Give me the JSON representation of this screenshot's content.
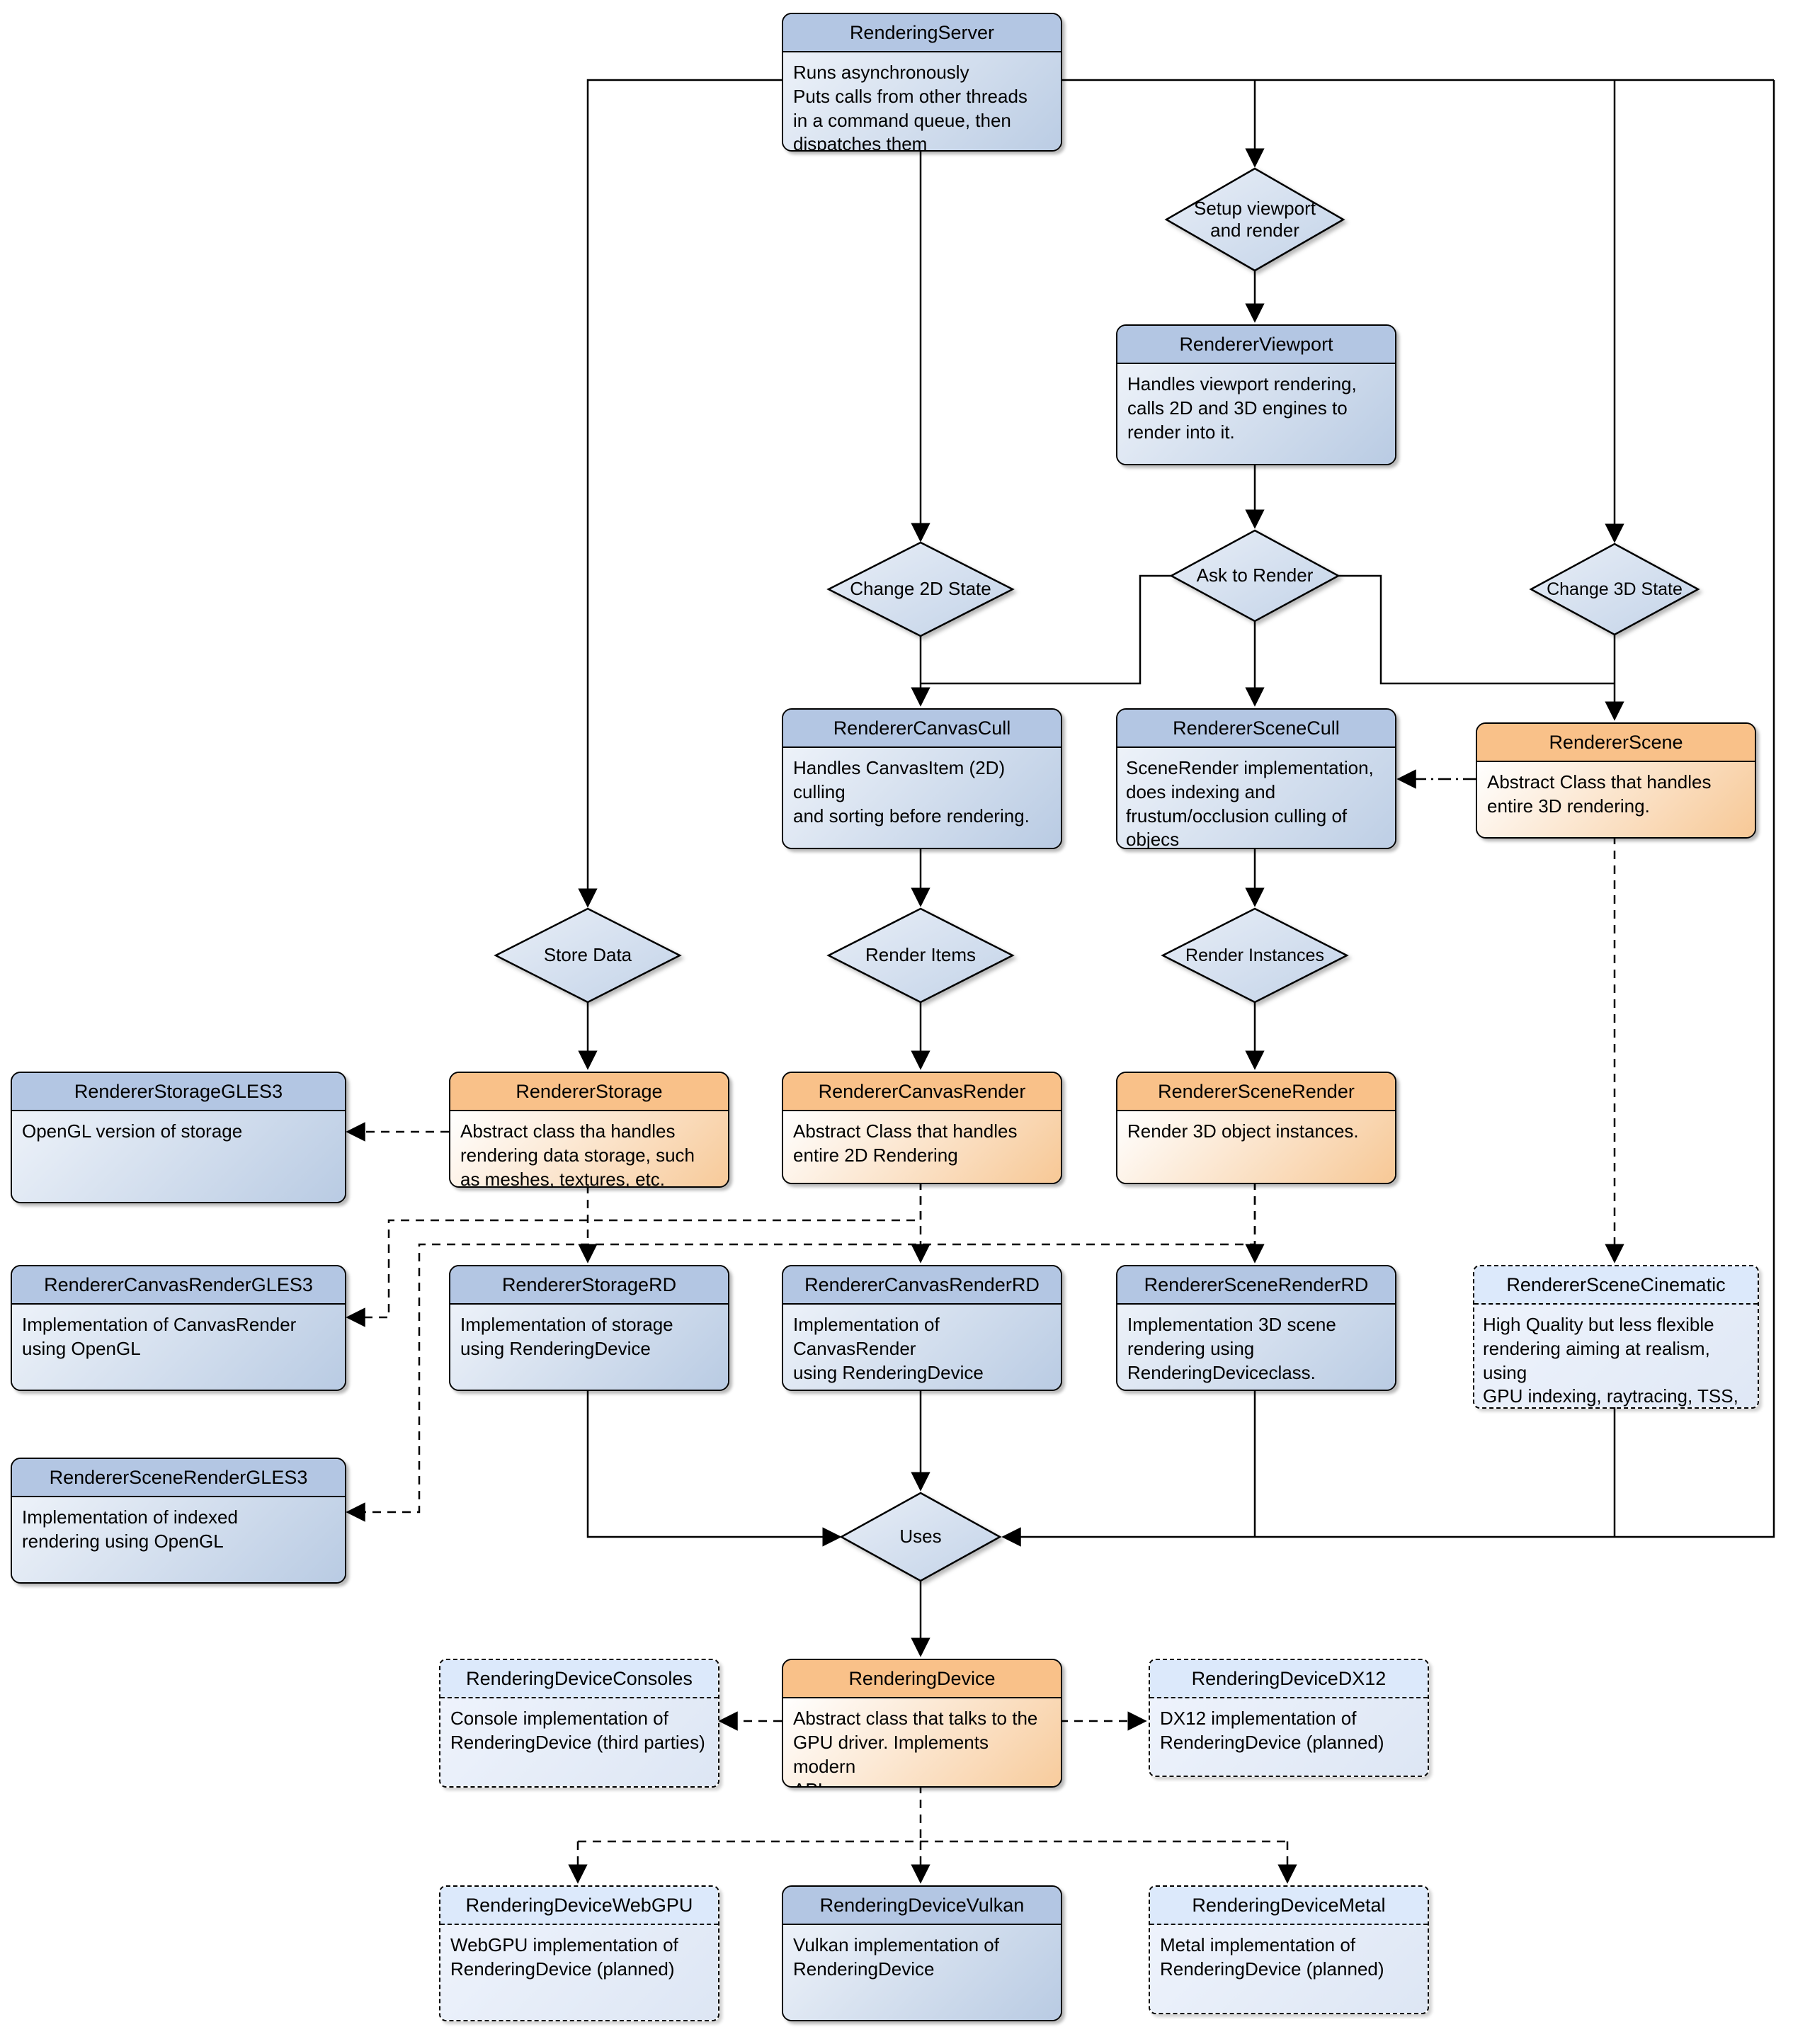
{
  "palette": {
    "blue-header": "#b3c6e3",
    "blue-body-1": "#edf2f9",
    "blue-body-2": "#b9cbe3",
    "orange-header": "#f9c189",
    "orange-body-1": "#ffffff",
    "orange-body-2": "#f7c896",
    "dashed-header": "#dce9fb",
    "dashed-body-1": "#eef3fc",
    "dashed-body-2": "#dde6f4",
    "stroke": "#000000"
  },
  "nodes": {
    "rendering_server": {
      "title": "RenderingServer",
      "desc": "Runs asynchronously\nPuts calls from other threads\nin a command queue, then\ndispatches them"
    },
    "renderer_viewport": {
      "title": "RendererViewport",
      "desc": "Handles viewport rendering,\ncalls 2D and 3D engines to\nrender into it."
    },
    "renderer_canvas_cull": {
      "title": "RendererCanvasCull",
      "desc": "Handles CanvasItem (2D) culling\nand sorting before rendering."
    },
    "renderer_scene_cull": {
      "title": "RendererSceneCull",
      "desc": "SceneRender implementation,\ndoes indexing and\nfrustum/occlusion culling of objecs\nusing CPU before rendering."
    },
    "renderer_scene": {
      "title": "RendererScene",
      "desc": "Abstract Class that handles\nentire 3D rendering."
    },
    "renderer_storage_gles3": {
      "title": "RendererStorageGLES3",
      "desc": "OpenGL version of storage"
    },
    "renderer_storage": {
      "title": "RendererStorage",
      "desc": "Abstract class tha handles\nrendering data storage, such\nas meshes, textures, etc."
    },
    "renderer_canvas_render": {
      "title": "RendererCanvasRender",
      "desc": "Abstract Class that handles\nentire 2D Rendering"
    },
    "renderer_scene_render": {
      "title": "RendererSceneRender",
      "desc": "Render 3D object instances."
    },
    "renderer_canvas_render_gles3": {
      "title": "RendererCanvasRenderGLES3",
      "desc": "Implementation of CanvasRender\nusing OpenGL"
    },
    "renderer_storage_rd": {
      "title": "RendererStorageRD",
      "desc": "Implementation of storage\nusing RenderingDevice"
    },
    "renderer_canvas_render_rd": {
      "title": "RendererCanvasRenderRD",
      "desc": "Implementation of CanvasRender\nusing RenderingDevice"
    },
    "renderer_scene_render_rd": {
      "title": "RendererSceneRenderRD",
      "desc": "Implementation 3D scene\nrendering using\nRenderingDeviceclass."
    },
    "renderer_scene_cinematic": {
      "title": "RendererSceneCinematic",
      "desc": "High Quality but less flexible\nrendering aiming at realism, using\nGPU indexing, raytracing, TSS, etc\n(planned)"
    },
    "renderer_scene_render_gles3": {
      "title": "RendererSceneRenderGLES3",
      "desc": "Implementation of indexed\nrendering using OpenGL"
    },
    "rendering_device_consoles": {
      "title": "RenderingDeviceConsoles",
      "desc": "Console implementation of\nRenderingDevice (third parties)"
    },
    "rendering_device": {
      "title": "RenderingDevice",
      "desc": "Abstract class that talks to the\nGPU driver. Implements modern\nAPIs."
    },
    "rendering_device_dx12": {
      "title": "RenderingDeviceDX12",
      "desc": "DX12 implementation of\nRenderingDevice (planned)"
    },
    "rendering_device_webgpu": {
      "title": "RenderingDeviceWebGPU",
      "desc": "WebGPU implementation of\nRenderingDevice (planned)"
    },
    "rendering_device_vulkan": {
      "title": "RenderingDeviceVulkan",
      "desc": "Vulkan implementation of\nRenderingDevice"
    },
    "rendering_device_metal": {
      "title": "RenderingDeviceMetal",
      "desc": "Metal implementation of\nRenderingDevice (planned)"
    }
  },
  "decisions": {
    "setup_viewport": {
      "label": "Setup viewport\nand render"
    },
    "change_2d_state": {
      "label": "Change 2D State"
    },
    "ask_to_render": {
      "label": "Ask to Render"
    },
    "change_3d_state": {
      "label": "Change 3D State"
    },
    "store_data": {
      "label": "Store Data"
    },
    "render_items": {
      "label": "Render Items"
    },
    "render_instances": {
      "label": "Render Instances"
    },
    "uses": {
      "label": "Uses"
    }
  }
}
